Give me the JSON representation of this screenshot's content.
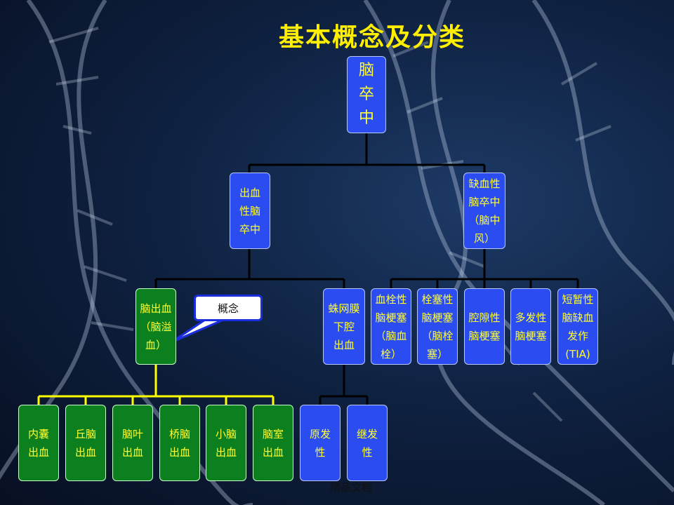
{
  "title": "基本概念及分类",
  "root": "脑\n卒\n中",
  "level1": {
    "hemorrhagic": "出血\n性脑\n卒中",
    "ischemic": "缺血性\n脑卒中\n（脑中\n风）"
  },
  "hemorrhagic_children": {
    "cerebral_hemorrhage": "脑出血\n（脑溢\n血）",
    "subarachnoid": "蛛网膜\n下腔\n出血"
  },
  "ischemic_children": [
    "血栓性\n脑梗塞\n（脑血\n栓）",
    "栓塞性\n脑梗塞\n（脑栓\n塞）",
    "腔隙性\n脑梗塞",
    "多发性\n脑梗塞",
    "短暂性\n脑缺血\n发作\n(TIA)"
  ],
  "cerebral_hemorrhage_children": [
    "内囊\n出血",
    "丘脑\n出血",
    "脑叶\n出血",
    "桥脑\n出血",
    "小脑\n出血",
    "脑室\n出血"
  ],
  "subarachnoid_children": [
    "原发\n性",
    "继发\n性"
  ],
  "callout": "概念",
  "footer": "精品文档"
}
